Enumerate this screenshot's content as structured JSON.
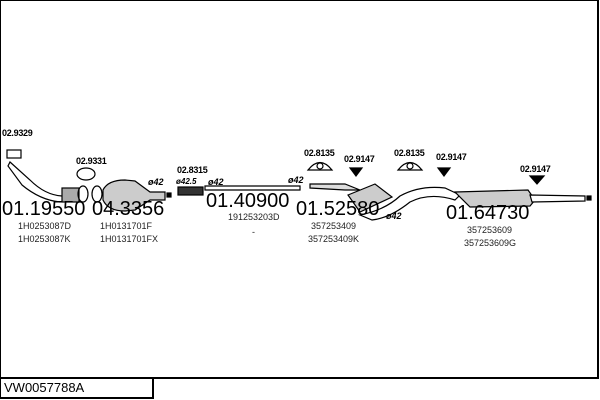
{
  "diagram_code": "VW0057788A",
  "parts": [
    {
      "number": "01.19550",
      "refs": [
        "1H0253087D",
        "1H0253087K"
      ]
    },
    {
      "number": "04.3356",
      "refs": [
        "1H0131701F",
        "1H0131701FX"
      ]
    },
    {
      "number": "01.40900",
      "refs": [
        "191253203D",
        "-"
      ]
    },
    {
      "number": "01.52580",
      "refs": [
        "357253409",
        "357253409K"
      ]
    },
    {
      "number": "01.64730",
      "refs": [
        "357253609",
        "357253609G"
      ]
    }
  ],
  "accessories": [
    "02.9329",
    "02.9331",
    "02.8315",
    "02.8135",
    "02.9147",
    "02.8135",
    "02.9147",
    "02.9147"
  ],
  "diameters": [
    "ø42",
    "ø42.5",
    "ø42",
    "ø42",
    "ø42"
  ]
}
